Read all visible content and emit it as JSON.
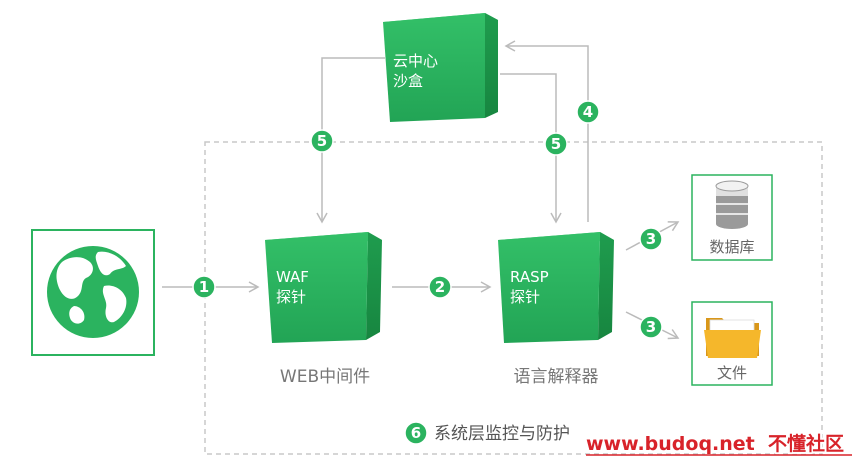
{
  "nodes": {
    "cloud_sandbox": {
      "line1": "云中心",
      "line2": "沙盒"
    },
    "waf_probe": {
      "line1": "WAF",
      "line2": "探针",
      "caption": "WEB中间件"
    },
    "rasp_probe": {
      "line1": "RASP",
      "line2": "探针",
      "caption": "语言解释器"
    },
    "database": {
      "caption": "数据库"
    },
    "file": {
      "caption": "文件"
    }
  },
  "steps": {
    "s1": "1",
    "s2": "2",
    "s3a": "3",
    "s3b": "3",
    "s4": "4",
    "s5a": "5",
    "s5b": "5",
    "s6": "6"
  },
  "footer": {
    "label": "系统层监控与防护"
  },
  "watermark": {
    "url": "www.budoq.net",
    "site": "不懂社区"
  },
  "colors": {
    "green": "#2bb35f",
    "green_dark": "#1e9a4d",
    "green_light": "#52cd7f",
    "border_gray": "#bdbdbd",
    "watermark_red": "#d8232a"
  }
}
